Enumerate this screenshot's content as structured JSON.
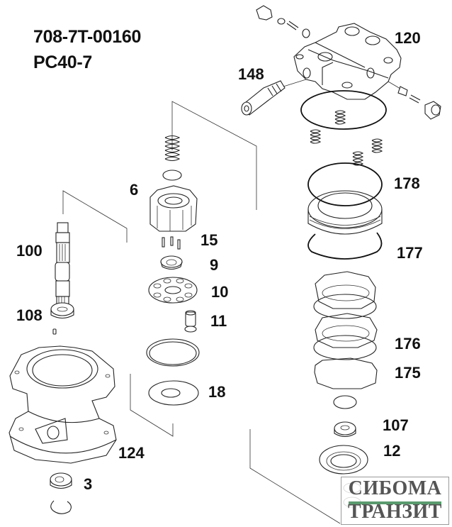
{
  "header": {
    "part_number": "708-7T-00160",
    "model": "PC40-7"
  },
  "diagram": {
    "title": "Swing motor exploded parts diagram",
    "callouts": [
      {
        "id": "120",
        "label": "120"
      },
      {
        "id": "148",
        "label": "148"
      },
      {
        "id": "6",
        "label": "6"
      },
      {
        "id": "15",
        "label": "15"
      },
      {
        "id": "9",
        "label": "9"
      },
      {
        "id": "10",
        "label": "10"
      },
      {
        "id": "11",
        "label": "11"
      },
      {
        "id": "18",
        "label": "18"
      },
      {
        "id": "100",
        "label": "100"
      },
      {
        "id": "108",
        "label": "108"
      },
      {
        "id": "124",
        "label": "124"
      },
      {
        "id": "3",
        "label": "3"
      },
      {
        "id": "178",
        "label": "178"
      },
      {
        "id": "177",
        "label": "177"
      },
      {
        "id": "176",
        "label": "176"
      },
      {
        "id": "175",
        "label": "175"
      },
      {
        "id": "107",
        "label": "107"
      },
      {
        "id": "12",
        "label": "12"
      }
    ]
  },
  "watermark": {
    "line1": "СИБОМА",
    "line2": "ТРАНЗИТ",
    "accent_color": "#5a9a6e"
  }
}
